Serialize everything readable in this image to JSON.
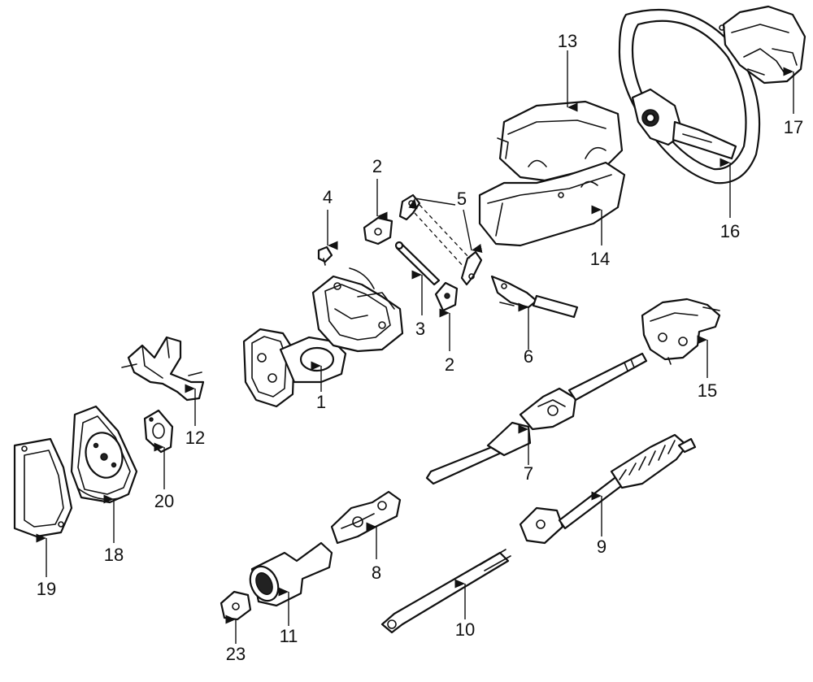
{
  "callouts": {
    "c1": "1",
    "c2a": "2",
    "c2b": "2",
    "c3": "3",
    "c4": "4",
    "c5": "5",
    "c6": "6",
    "c7": "7",
    "c8": "8",
    "c9": "9",
    "c10": "10",
    "c11": "11",
    "c12": "12",
    "c13": "13",
    "c14": "14",
    "c15": "15",
    "c16": "16",
    "c17": "17",
    "c18": "18",
    "c19": "19",
    "c20": "20",
    "c23": "23"
  }
}
